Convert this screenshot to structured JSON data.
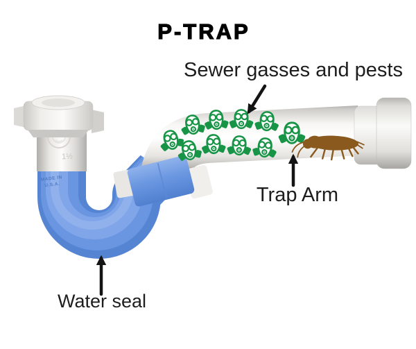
{
  "title": "P-TRAP",
  "labels": {
    "sewer": "Sewer gasses and pests",
    "trap_arm": "Trap Arm",
    "water_seal": "Water seal"
  },
  "pipe_markings": {
    "size": "1½",
    "made_in_line1": "MADE IN",
    "made_in_line2": "U.S.A."
  },
  "icons": {
    "gas_mask": "gas-mask-icon",
    "gas_mask_count": 10,
    "cockroach": "cockroach-icon",
    "arrow": "arrow-icon"
  },
  "colors": {
    "water_blue": "#6b97e1",
    "water_blue_dark": "#5080cf",
    "water_blue_light": "#8fb2ec",
    "mask_green": "#189447",
    "roach_brown": "#8a591e",
    "arrow_black": "#141414",
    "label_text": "#1d1d1d",
    "emboss_blue": "#4b77c2",
    "pipe_marking_gray": "#c9c6c1"
  }
}
